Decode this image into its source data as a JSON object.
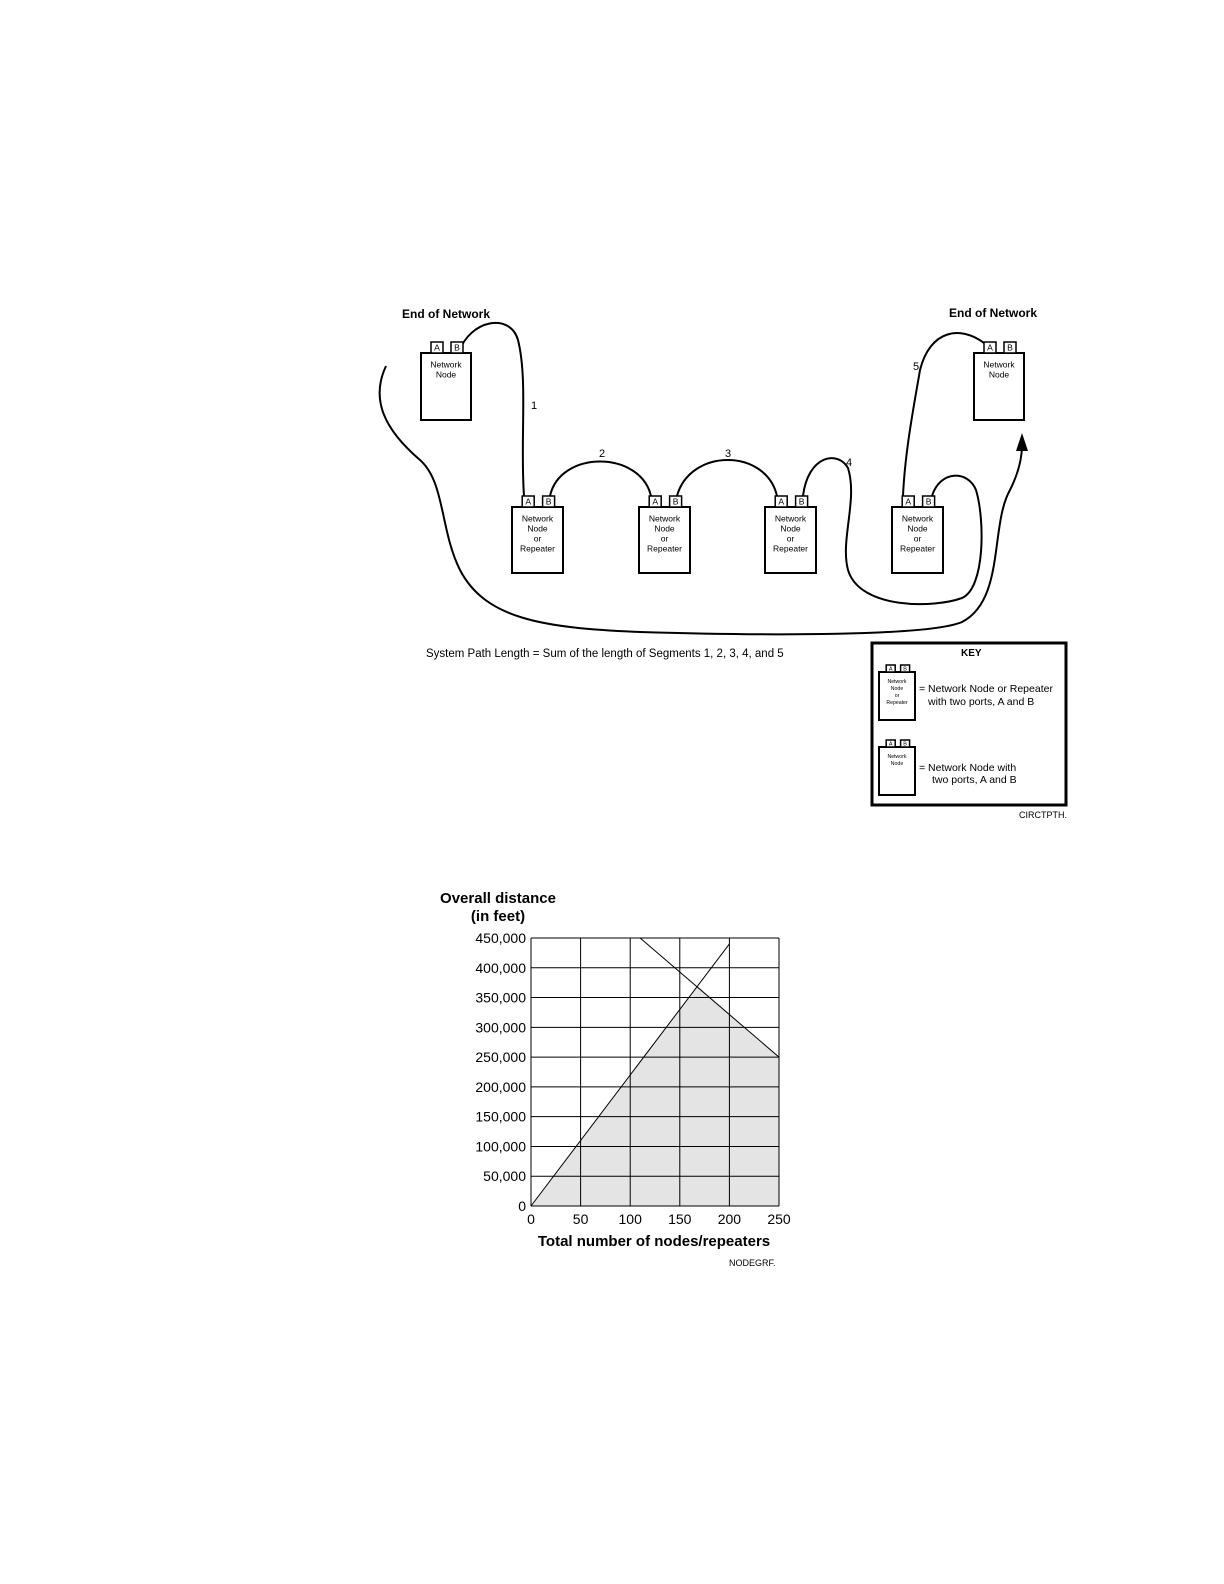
{
  "diagram": {
    "end_left": "End of Network",
    "end_right": "End of Network",
    "port_a": "A",
    "port_b": "B",
    "node_lines": [
      "Network",
      "Node"
    ],
    "repeater_lines": [
      "Network",
      "Node",
      "or",
      "Repeater"
    ],
    "segments": [
      "1",
      "2",
      "3",
      "4",
      "5"
    ],
    "caption": "System Path Length = Sum of the length of Segments 1, 2, 3, 4, and 5",
    "key": {
      "title": "KEY",
      "repeater_desc_1": "= Network Node or Repeater",
      "repeater_desc_2": "with two ports, A and B",
      "node_desc_1": "= Network Node with",
      "node_desc_2": "two ports, A and B"
    },
    "figure_id": "CIRCTPTH."
  },
  "chart_data": {
    "type": "area",
    "title": "Overall distance",
    "title2": "(in feet)",
    "xlabel": "Total number of nodes/repeaters",
    "ylabel": "",
    "x_ticks": [
      0,
      50,
      100,
      150,
      200,
      250
    ],
    "x_tick_labels": [
      "0",
      "50",
      "100",
      "150",
      "200",
      "250"
    ],
    "y_ticks": [
      0,
      50000,
      100000,
      150000,
      200000,
      250000,
      300000,
      350000,
      400000,
      450000
    ],
    "y_tick_labels": [
      "0",
      "50,000",
      "100,000",
      "150,000",
      "200,000",
      "250,000",
      "300,000",
      "350,000",
      "400,000",
      "450,000"
    ],
    "xlim": [
      0,
      250
    ],
    "ylim": [
      0,
      450000
    ],
    "grid": true,
    "series": [
      {
        "x": [
          0,
          200
        ],
        "y": [
          0,
          440000
        ]
      },
      {
        "x": [
          110,
          250
        ],
        "y": [
          450000,
          250000
        ]
      }
    ],
    "shaded_region": {
      "x": [
        0,
        168,
        250,
        250
      ],
      "y": [
        0,
        370000,
        250000,
        0
      ]
    },
    "colors": {
      "shade": "#e4e4e4",
      "line": "#000000"
    },
    "figure_id": "NODEGRF."
  }
}
